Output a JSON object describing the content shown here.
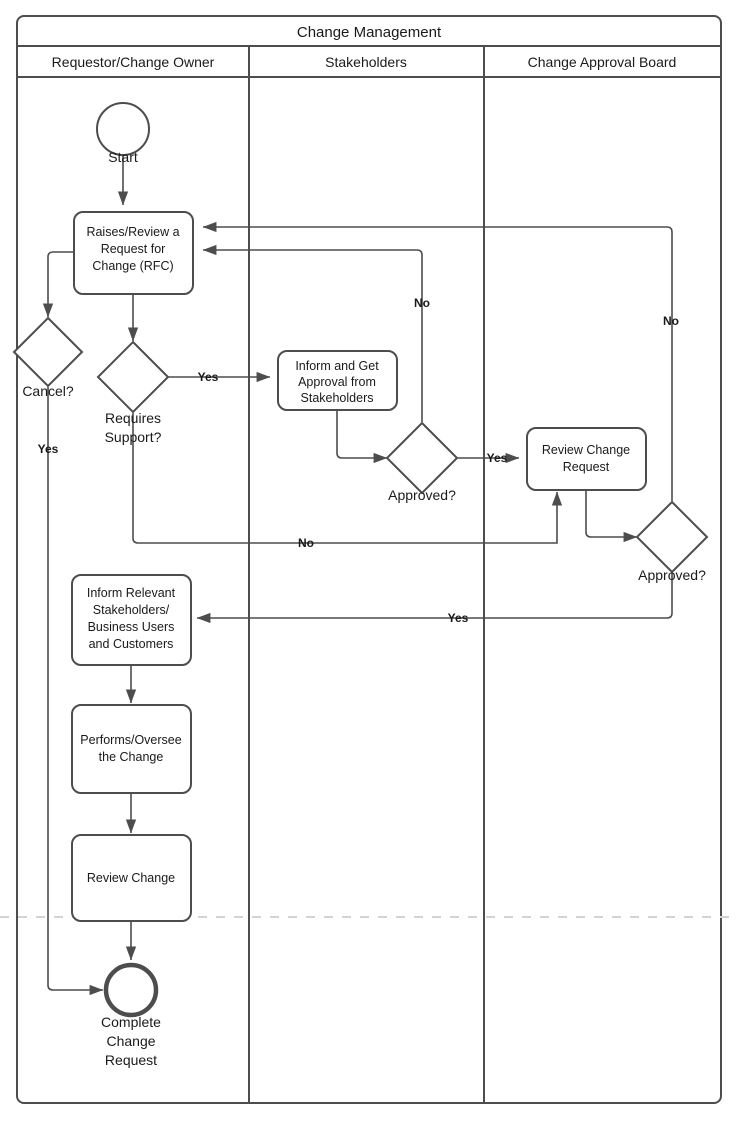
{
  "pool": {
    "title": "Change Management"
  },
  "lanes": [
    {
      "id": "requestor",
      "label": "Requestor/Change Owner"
    },
    {
      "id": "stakeholders",
      "label": "Stakeholders"
    },
    {
      "id": "cab",
      "label": "Change Approval Board"
    }
  ],
  "nodes": {
    "start": {
      "label": "Start",
      "type": "start-event"
    },
    "rfc": {
      "line1": "Raises/Review a",
      "line2": "Request for",
      "line3": "Change (RFC)",
      "type": "task"
    },
    "cancel": {
      "label": "Cancel?",
      "type": "gateway"
    },
    "requires_support": {
      "line1": "Requires",
      "line2": "Support?",
      "type": "gateway"
    },
    "inform_approval": {
      "line1": "Inform and Get",
      "line2": "Approval from",
      "line3": "Stakeholders",
      "type": "task"
    },
    "approved_stakeholders": {
      "label": "Approved?",
      "type": "gateway"
    },
    "review_change_request": {
      "line1": "Review Change",
      "line2": "Request",
      "type": "task"
    },
    "approved_cab": {
      "label": "Approved?",
      "type": "gateway"
    },
    "inform_relevant": {
      "line1": "Inform Relevant",
      "line2": "Stakeholders/",
      "line3": "Business Users",
      "line4": "and Customers",
      "type": "task"
    },
    "performs_change": {
      "line1": "Performs/Oversee",
      "line2": "the Change",
      "type": "task"
    },
    "review_change": {
      "label": "Review Change",
      "type": "task"
    },
    "end": {
      "line1": "Complete",
      "line2": "Change",
      "line3": "Request",
      "type": "end-event"
    }
  },
  "edge_labels": {
    "cancel_yes": "Yes",
    "requires_support_yes": "Yes",
    "requires_support_no": "No",
    "approved_stakeholders_no": "No",
    "approved_stakeholders_yes": "Yes",
    "approved_cab_no": "No",
    "approved_cab_yes": "Yes"
  },
  "colors": {
    "stroke": "#4d4d4d",
    "text": "#1a1a1a",
    "background": "#ffffff",
    "guide": "#d3d3d3"
  }
}
